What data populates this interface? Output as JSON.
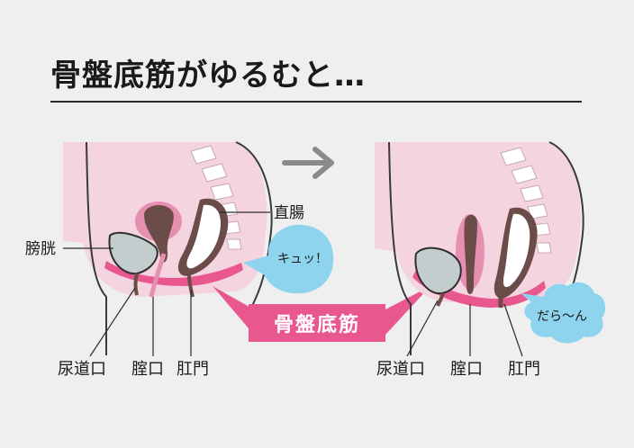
{
  "title": "骨盤底筋がゆるむと…",
  "arrow_icon": "right-arrow-icon",
  "left_diagram": {
    "bladder": "膀胱",
    "rectum": "直腸",
    "urethra": "尿道口",
    "vagina": "腟口",
    "anus": "肛門",
    "bubble": "キュッ！"
  },
  "pelvic_floor_banner": "骨盤底筋",
  "right_diagram": {
    "urethra": "尿道口",
    "vagina": "腟口",
    "anus": "肛門",
    "bubble": "だら〜ん"
  },
  "colors": {
    "background": "#efefef",
    "pelvic_floor_pink": "#e9578f",
    "body_pink": "#f3d4df",
    "bladder_gray": "#c3cdcd",
    "bubble_blue": "#8ed4ee",
    "organ_brown": "#6b4c48"
  }
}
